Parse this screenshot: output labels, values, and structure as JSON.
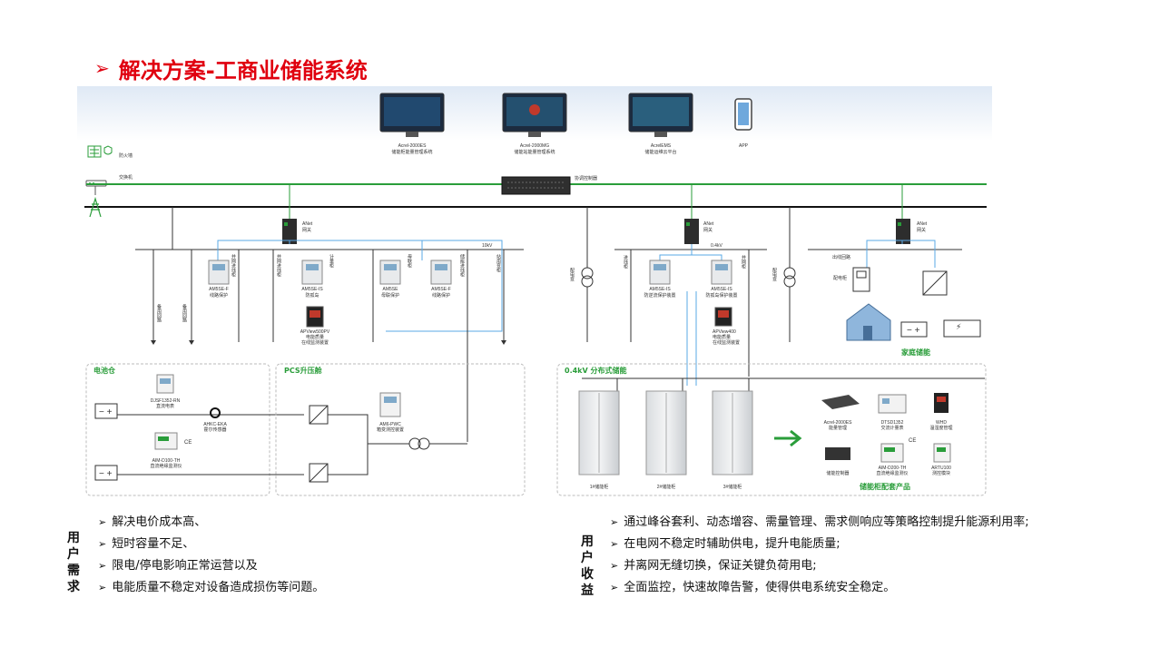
{
  "header": {
    "title": "解决方案-工商业储能系统",
    "marker": "➢"
  },
  "top_systems": [
    {
      "name": "Acrel-2000ES",
      "desc": "储能柜能量管理系统"
    },
    {
      "name": "Acrel-2000MG",
      "desc": "储能站能量管理系统"
    },
    {
      "name": "AcrelEMS",
      "desc": "储能运维云平台"
    },
    {
      "name": "APP",
      "desc": ""
    }
  ],
  "network": {
    "firewall": "防火墙",
    "switch": "交换机",
    "controller": "协调控制器"
  },
  "gateway": {
    "name": "ANet",
    "desc": "网关"
  },
  "voltage": {
    "hv": "10kV",
    "lv": "0.4kV"
  },
  "left_devices": [
    {
      "model": "AM5SE-F",
      "desc": "线路保护"
    },
    {
      "model": "AM5SE-IS",
      "desc": "防孤岛"
    },
    {
      "model": "AM5SE",
      "desc": "母联保护"
    },
    {
      "model": "AM5SE-F",
      "desc": "线路保护"
    }
  ],
  "apview500": {
    "model": "APView500PV",
    "line1": "电能质量",
    "line2": "在线监测装置"
  },
  "feeder_labels": [
    "备用回路",
    "备用回路",
    "并网进线柜",
    "并网进线柜",
    "计量柜",
    "母联柜",
    "储能进线柜",
    "站用变柜",
    "配电变"
  ],
  "right_devices": [
    {
      "model": "AM5SE-IS",
      "desc": "防逆流保护装置"
    },
    {
      "model": "AM5SE-IS",
      "desc": "防孤岛保护装置"
    }
  ],
  "apview400": {
    "model": "APView400",
    "line1": "电能质量",
    "line2": "在线监测装置"
  },
  "right_feeders": [
    "进线柜",
    "并网柜",
    "配电变"
  ],
  "home": {
    "outlet": "出线回路",
    "cabinet": "配电柜",
    "label": "家庭储能"
  },
  "battery_room": {
    "title": "电池仓",
    "meter": {
      "model": "DJSF1352-RN",
      "desc": "直流电表"
    },
    "hall": {
      "model": "AHKC-EKA",
      "desc": "霍尔传感器"
    },
    "insul": {
      "model": "AIM-D100-TH",
      "desc": "直流绝缘监测仪"
    },
    "ce": "CE"
  },
  "pcs": {
    "title": "PCS升压舱",
    "device": {
      "model": "AM6-PWC",
      "desc": "箱变测控装置"
    }
  },
  "distributed": {
    "title": "0.4kV 分布式储能",
    "cabinets": [
      "1#储能柜",
      "2#储能柜",
      "3#储能柜"
    ],
    "products_title": "储能柜配套产品",
    "products": [
      {
        "model": "Acrel-2000ES",
        "desc": "能量管理"
      },
      {
        "model": "DTSD1352",
        "desc": "交流计量表"
      },
      {
        "model": "WHD",
        "desc": "温湿度管理"
      },
      {
        "model": "",
        "desc": "储能控制器"
      },
      {
        "model": "AIM-D200-TH",
        "desc": "直流绝缘监测仪"
      },
      {
        "model": "ARTU100",
        "desc": "测控模块"
      }
    ],
    "ce": "CE"
  },
  "user_needs": {
    "heading": "用户需求",
    "items": [
      "解决电价成本高、",
      "短时容量不足、",
      "限电/停电影响正常运营以及",
      "电能质量不稳定对设备造成损伤等问题。"
    ]
  },
  "user_benefits": {
    "heading": "用户收益",
    "items": [
      "通过峰谷套利、动态增容、需量管理、需求侧响应等策略控制提升能源利用率;",
      "在电网不稳定时辅助供电，提升电能质量;",
      "并离网无缝切换，保证关键负荷用电;",
      "全面监控，快速故障告警，使得供电系统安全稳定。"
    ]
  },
  "colors": {
    "title": "#e0000f",
    "green": "#2a9d3a",
    "blue": "#5aa9e6",
    "bus": "#111111"
  }
}
